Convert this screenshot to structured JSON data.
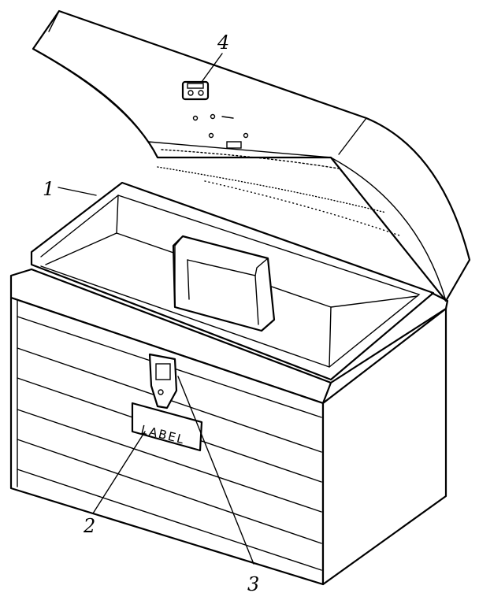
{
  "label_plate": {
    "text": "LABEL"
  },
  "callouts": [
    {
      "id": "1",
      "text": "1"
    },
    {
      "id": "2",
      "text": "2"
    },
    {
      "id": "3",
      "text": "3"
    },
    {
      "id": "4",
      "text": "4"
    }
  ]
}
